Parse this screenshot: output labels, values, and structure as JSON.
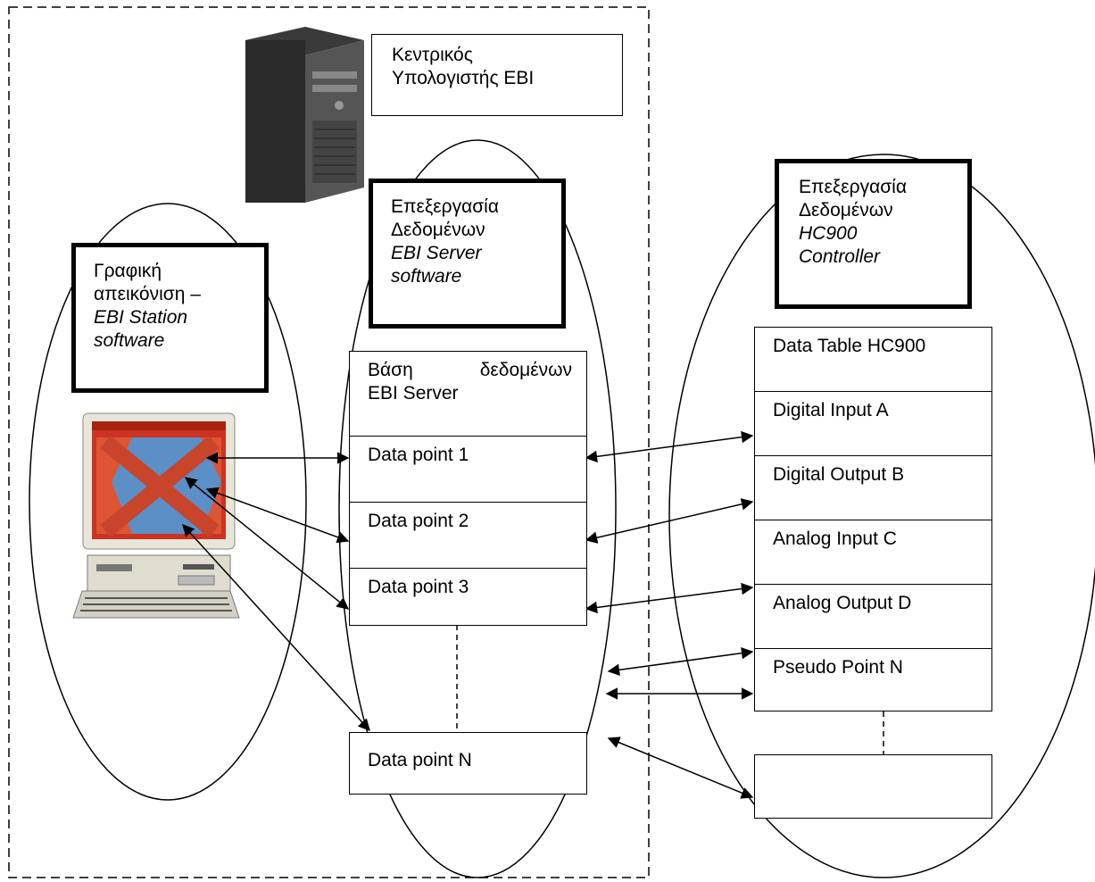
{
  "central_pc": {
    "line1": "Κεντρικός",
    "line2": "Υπολογιστής EBI"
  },
  "graphics_box": {
    "line1": "Γραφική",
    "line2": "απεικόνιση –",
    "line3": "EBI Station",
    "line4": "software"
  },
  "server_processing": {
    "line1": "Επεξεργασία",
    "line2": "Δεδομένων",
    "line3": "EBI Server",
    "line4": "software"
  },
  "controller_processing": {
    "line1": "Επεξεργασία",
    "line2": "Δεδομένων",
    "line3": "HC900",
    "line4": "Controller"
  },
  "ebi_database": {
    "header_line1_a": "Βάση",
    "header_line1_b": "δεδομένων",
    "header_line2": "EBI Server",
    "rows": [
      "Data point 1",
      "Data point 2",
      "Data point 3"
    ],
    "last_row": "Data point N"
  },
  "hc900_table": {
    "header": "Data Table HC900",
    "rows": [
      "Digital Input A",
      "Digital Output B",
      "Analog Input C",
      "Analog Output D",
      "Pseudo Point N"
    ],
    "last_row": ""
  },
  "colors": {
    "header_fill": "#ffff99",
    "border": "#000000"
  }
}
